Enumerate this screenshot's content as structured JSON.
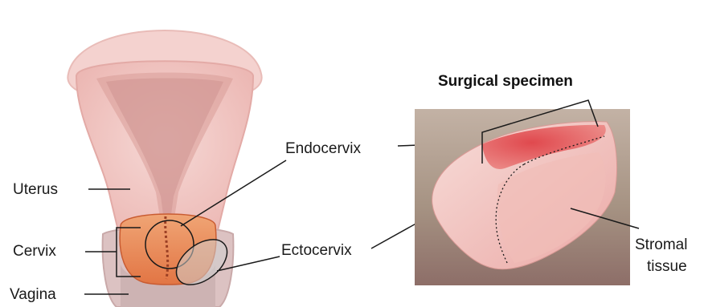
{
  "anatomy_labels": {
    "uterus": "Uterus",
    "cervix": "Cervix",
    "vagina": "Vagina",
    "endocervix": "Endocervix",
    "ectocervix": "Ectocervix"
  },
  "specimen": {
    "title": "Surgical specimen",
    "stromal_line1": "Stromal",
    "stromal_line2": "tissue"
  },
  "colors": {
    "uterus_pink": "#f2c7c4",
    "cervix_orange": "#e8895a",
    "specimen_bg": "#b9a393",
    "tissue_red": "#e0494e"
  }
}
